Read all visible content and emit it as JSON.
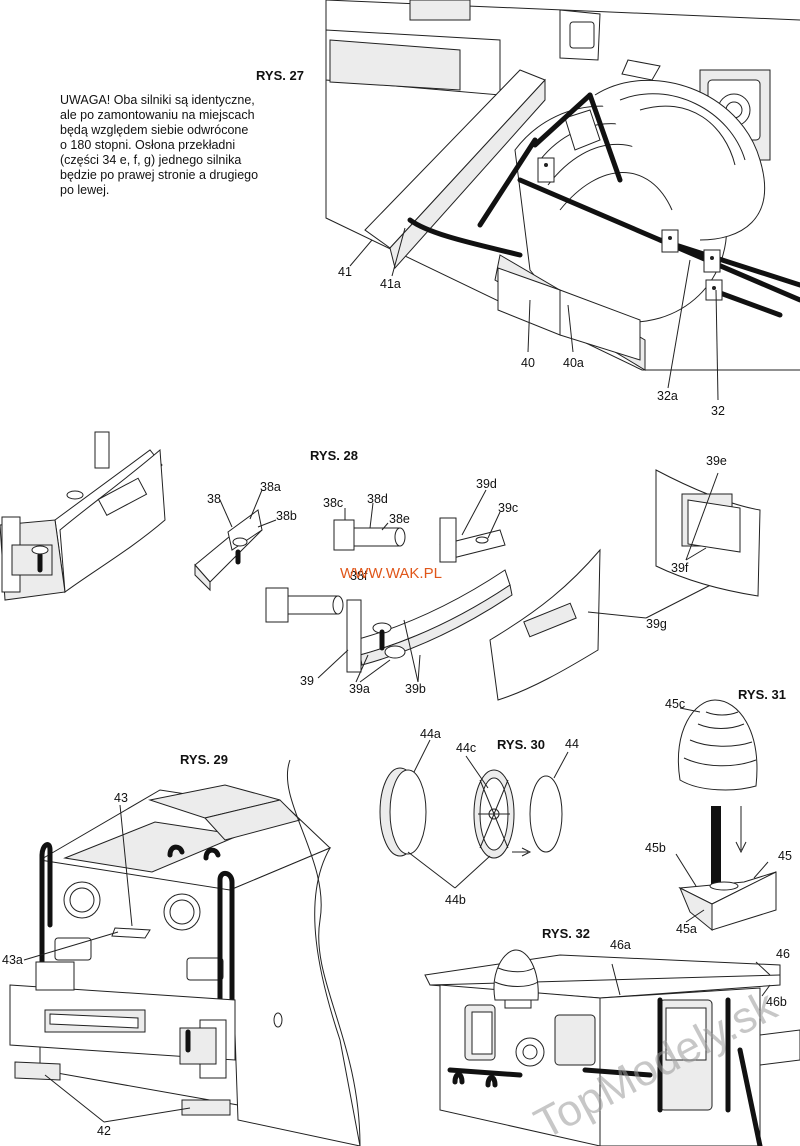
{
  "figures": {
    "rys27": {
      "title": "RYS. 27",
      "labels": [
        "41",
        "41a",
        "40",
        "40a",
        "32a",
        "32"
      ]
    },
    "rys28": {
      "title": "RYS. 28",
      "labels": [
        "38",
        "38a",
        "38b",
        "38c",
        "38d",
        "38e",
        "38f",
        "39",
        "39a",
        "39b",
        "39c",
        "39d",
        "39e",
        "39f",
        "39g"
      ]
    },
    "rys29": {
      "title": "RYS. 29",
      "labels": [
        "43",
        "43a",
        "42"
      ]
    },
    "rys30": {
      "title": "RYS. 30",
      "labels": [
        "44a",
        "44c",
        "44",
        "44b"
      ]
    },
    "rys31": {
      "title": "RYS. 31",
      "labels": [
        "45c",
        "45b",
        "45",
        "45a"
      ]
    },
    "rys32": {
      "title": "RYS. 32",
      "labels": [
        "46a",
        "46",
        "46b"
      ]
    }
  },
  "note": {
    "lines": [
      "UWAGA! Oba silniki są identyczne,",
      "ale po zamontowaniu na miejscach",
      "będą względem siebie odwrócone",
      "o 180 stopni. Osłona przekładni",
      "(części 34 e, f, g) jednego silnika",
      "będzie po prawej stronie a drugiego",
      "po lewej."
    ]
  },
  "watermarks": {
    "wak": "WWW.WAK.PL",
    "topmodely": "TopModely.sk"
  }
}
